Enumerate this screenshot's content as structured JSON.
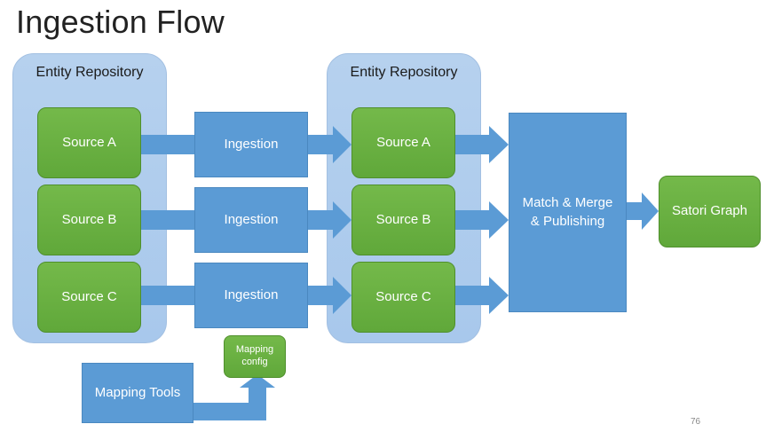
{
  "title": "Ingestion Flow",
  "repo_left": {
    "label": "Entity Repository",
    "sources": [
      "Source A",
      "Source B",
      "Source C"
    ]
  },
  "ingestion": [
    "Ingestion",
    "Ingestion",
    "Ingestion"
  ],
  "repo_right": {
    "label": "Entity Repository",
    "sources": [
      "Source A",
      "Source B",
      "Source C"
    ]
  },
  "match_merge": "Match & Merge\n& Publishing",
  "satori_graph": "Satori Graph",
  "mapping_config": "Mapping\nconfig",
  "mapping_tools": "Mapping Tools",
  "page_number": "76",
  "colors": {
    "green": "#65ad3e",
    "blue": "#5b9bd5",
    "repo_bg": "#aecbed"
  }
}
